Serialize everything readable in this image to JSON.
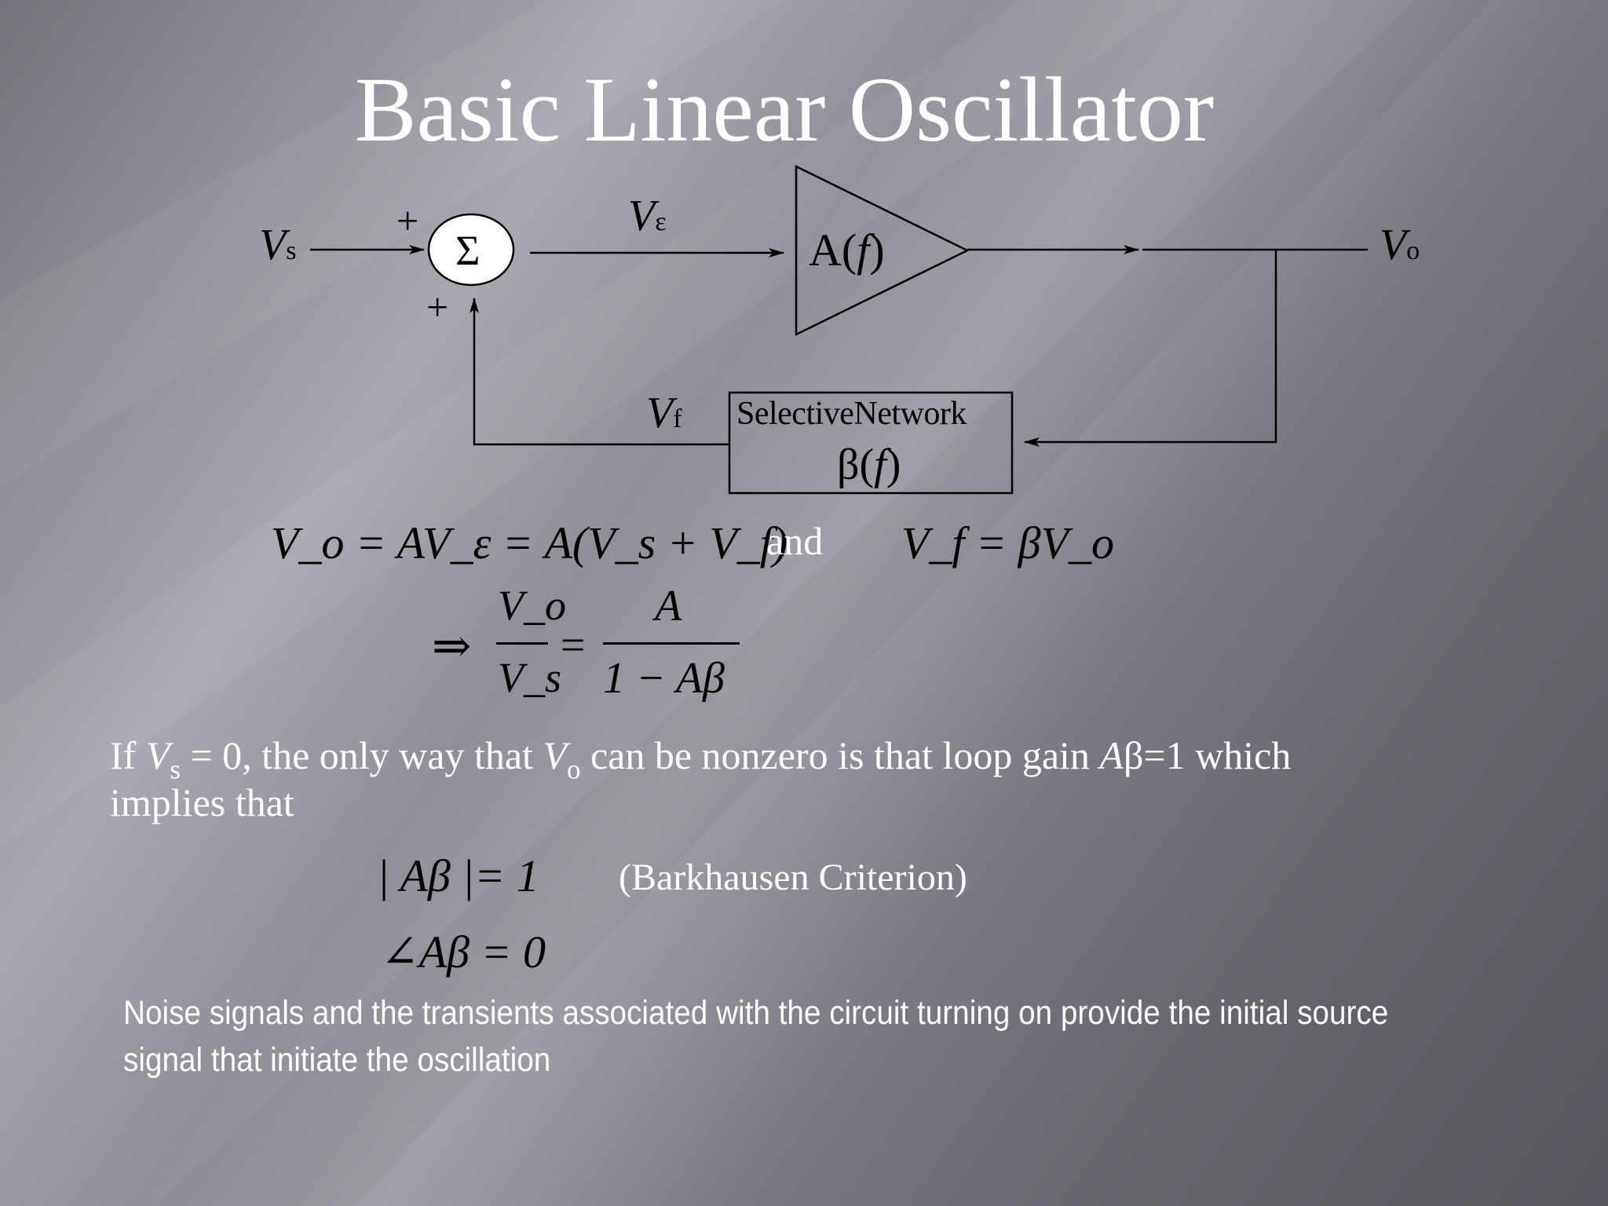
{
  "title": "Basic Linear Oscillator",
  "diagram": {
    "input_label": "V",
    "input_sub": "s",
    "sum_symbol": "Σ",
    "plus_top": "+",
    "plus_bottom": "+",
    "error_label": "V",
    "error_sub": "ε",
    "amp_label_prefix": "A(",
    "amp_label_var": "f",
    "amp_label_suffix": ")",
    "output_label": "V",
    "output_sub": "o",
    "feedback_label": "V",
    "feedback_sub": "f",
    "network_name": "SelectiveNetwork",
    "network_fn_prefix": "β(",
    "network_fn_var": "f",
    "network_fn_suffix": ")"
  },
  "equations": {
    "line1_left": "V_o = AV_ε = A(V_s + V_f)",
    "connector": "and",
    "line1_right": "V_f = βV_o",
    "implies": "⇒",
    "frac_lhs_num": "V_o",
    "frac_lhs_den": "V_s",
    "equals": "=",
    "frac_rhs_num": "A",
    "frac_rhs_den": "1 − Aβ"
  },
  "paragraph": {
    "part1": "If ",
    "v1": "V",
    "v1_sub": "s",
    "part2": " = 0, the only way that ",
    "v2": "V",
    "v2_sub": "o",
    "part3": " can be nonzero is that loop gain ",
    "a": "A",
    "part4": "β=1 which",
    "line2": "implies that"
  },
  "criterion": {
    "magnitude": "| Aβ |= 1",
    "name": "(Barkhausen Criterion)",
    "phase": "∠Aβ = 0"
  },
  "note": {
    "line1": "Noise signals and the transients associated with the circuit turning on provide the initial source",
    "line2": "signal that initiate the oscillation"
  }
}
